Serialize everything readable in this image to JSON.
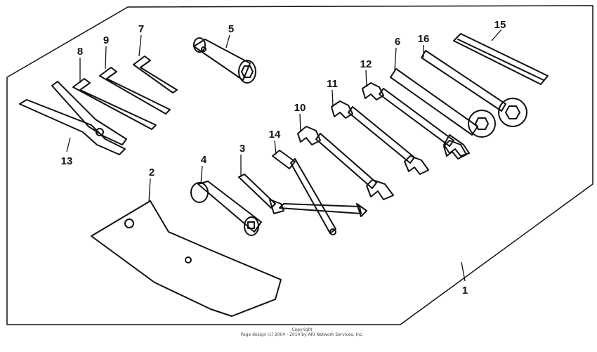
{
  "diagram": {
    "callouts": [
      "1",
      "2",
      "3",
      "4",
      "5",
      "6",
      "7",
      "8",
      "9",
      "10",
      "11",
      "12",
      "13",
      "14",
      "15",
      "16"
    ]
  },
  "footer": {
    "copyright_heading": "Copyright",
    "copyright_text": "Page design (c) 2004 - 2014 by ARI Network Services, Inc."
  },
  "colors": {
    "ink": "#111111",
    "background": "#ffffff"
  }
}
